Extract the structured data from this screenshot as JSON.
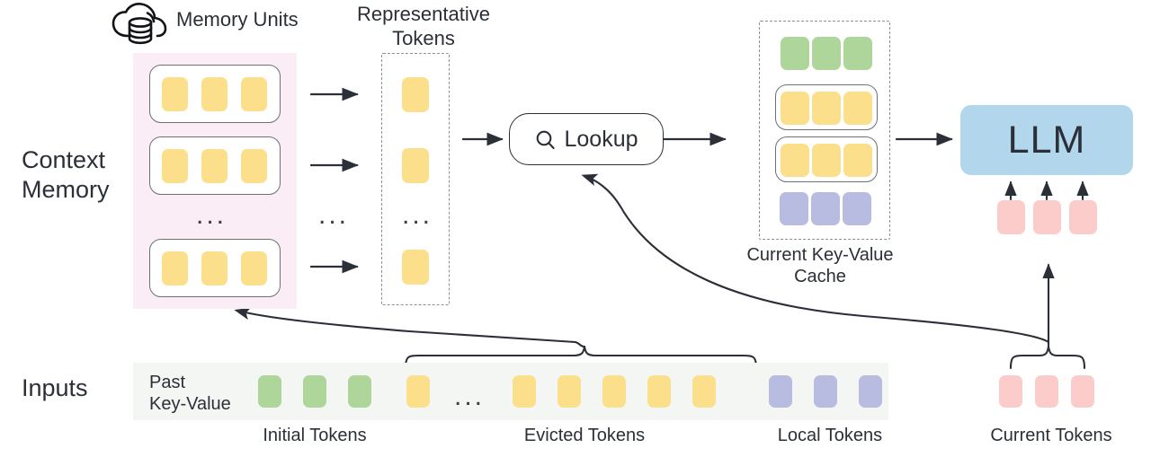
{
  "diagram": {
    "title_icons": {
      "cloud_db": "cloud-database-icon",
      "magnifier": "search-icon"
    },
    "sections": {
      "context_memory": "Context\nMemory",
      "inputs": "Inputs"
    },
    "headings": {
      "memory_units": "Memory Units",
      "representative_tokens": "Representative\nTokens",
      "current_kv_cache": "Current Key-Value\nCache"
    },
    "nodes": {
      "lookup": "Lookup",
      "llm": "LLM"
    },
    "inputs_row": {
      "past_key_value": "Past\nKey-Value",
      "ellipsis": "...",
      "groups": [
        {
          "name": "initial",
          "caption": "Initial Tokens",
          "color": "#aed69a",
          "count": 3
        },
        {
          "name": "evicted",
          "caption": "Evicted Tokens",
          "color": "#fbdf8b",
          "count": 6
        },
        {
          "name": "local",
          "caption": "Local Tokens",
          "color": "#b8bce0",
          "count": 3
        },
        {
          "name": "current",
          "caption": "Current Tokens",
          "color": "#fcccca",
          "count": 3
        }
      ]
    },
    "memory_units": {
      "unit_count_visible": 3,
      "tokens_per_unit": 3,
      "ellipsis": "...",
      "token_color": "#fbdf8b"
    },
    "representative_tokens": {
      "visible_tokens": 3,
      "ellipsis": "...",
      "token_color": "#fbdf8b"
    },
    "kv_cache_rows": [
      {
        "name": "initial",
        "color": "#aed69a",
        "boxed": false,
        "count": 3
      },
      {
        "name": "retrieved-a",
        "color": "#fbdf8b",
        "boxed": true,
        "count": 3
      },
      {
        "name": "retrieved-b",
        "color": "#fbdf8b",
        "boxed": true,
        "count": 3
      },
      {
        "name": "local",
        "color": "#b8bce0",
        "boxed": false,
        "count": 3
      }
    ],
    "colors": {
      "yellow": "#fbdf8b",
      "green": "#aed69a",
      "purple": "#b8bce0",
      "pink_token": "#fcccca",
      "blue_llm": "#b2d7ed",
      "pink_panel": "#faedf5",
      "inputs_strip": "#f4f6f4",
      "stroke": "#2b2f38"
    }
  }
}
